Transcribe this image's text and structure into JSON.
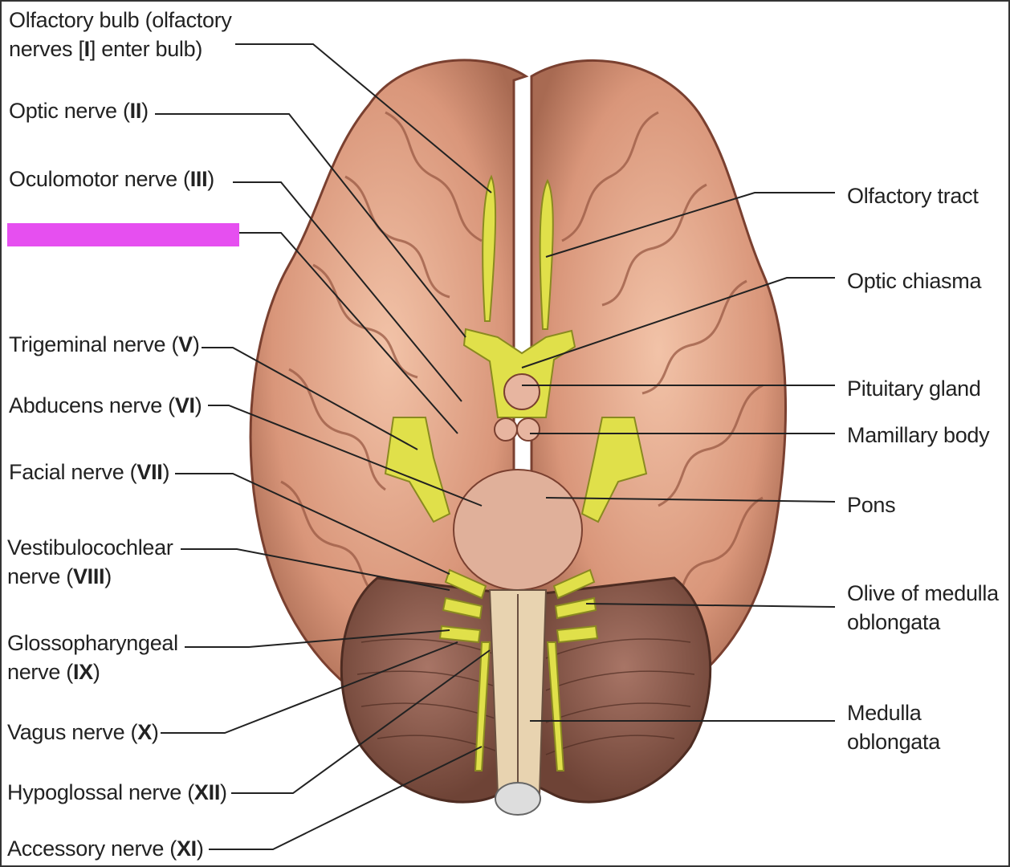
{
  "labels_left": {
    "olfactory_bulb": {
      "line1": "Olfactory bulb (olfactory",
      "line2a": "nerves [",
      "line2b": "I",
      "line2c": "] enter bulb)"
    },
    "optic_nerve": {
      "text": "Optic nerve (",
      "num": "II",
      "end": ")"
    },
    "oculomotor_nerve": {
      "text": "Oculomotor nerve (",
      "num": "III",
      "end": ")"
    },
    "trigeminal_nerve": {
      "text": "Trigeminal nerve (",
      "num": "V",
      "end": ")"
    },
    "abducens_nerve": {
      "text": "Abducens nerve (",
      "num": "VI",
      "end": ")"
    },
    "facial_nerve": {
      "text": "Facial nerve (",
      "num": "VII",
      "end": ")"
    },
    "vestibulocochlear_nerve": {
      "line1": "Vestibulocochlear",
      "line2": "nerve (",
      "num": "VIII",
      "end": ")"
    },
    "glossopharyngeal_nerve": {
      "line1": "Glossopharyngeal",
      "line2": "nerve (",
      "num": "IX",
      "end": ")"
    },
    "vagus_nerve": {
      "text": "Vagus nerve (",
      "num": "X",
      "end": ")"
    },
    "hypoglossal_nerve": {
      "text": "Hypoglossal nerve (",
      "num": "XII",
      "end": ")"
    },
    "accessory_nerve": {
      "text": "Accessory nerve (",
      "num": "XI",
      "end": ")"
    }
  },
  "labels_right": {
    "olfactory_tract": "Olfactory tract",
    "optic_chiasma": "Optic chiasma",
    "pituitary_gland": "Pituitary gland",
    "mamillary_body": "Mamillary body",
    "pons": "Pons",
    "olive": {
      "line1": "Olive of medulla",
      "line2": "oblongata"
    },
    "medulla": {
      "line1": "Medulla",
      "line2": "oblongata"
    }
  },
  "colors": {
    "mask": "#e64ff0",
    "cerebrum": "#d9967a",
    "cerebellum": "#8c5a4c",
    "nerve": "#e0e04a",
    "leader": "#222222"
  }
}
